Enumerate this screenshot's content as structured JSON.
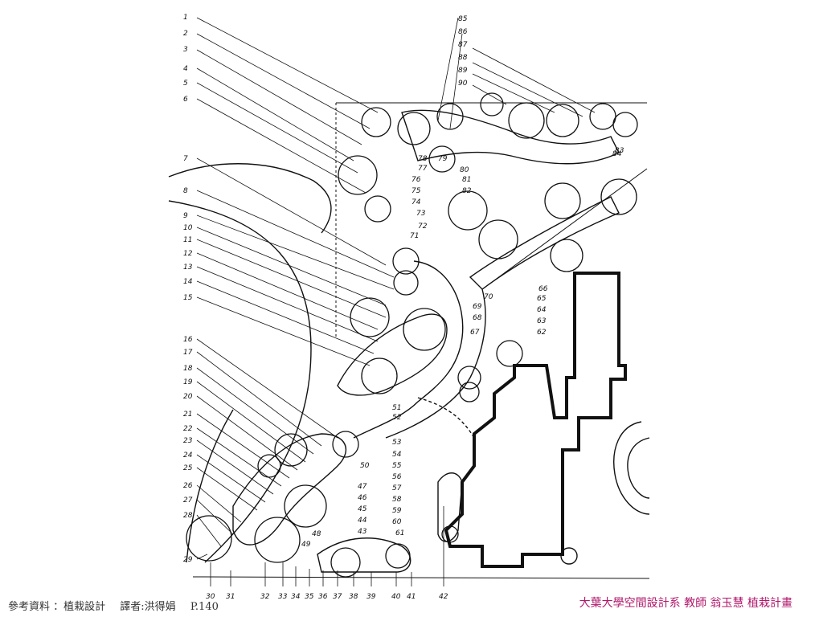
{
  "footer": {
    "reference": "參考資料 ：植栽設計",
    "translator": "譯者:洪得娟",
    "page": "P.140",
    "credit": "大葉大學空間設計系 教師 翁玉慧 植栽計畫"
  },
  "plan": {
    "left_labels": [
      "1",
      "2",
      "3",
      "4",
      "5",
      "6",
      "7",
      "8",
      "9",
      "10",
      "11",
      "12",
      "13",
      "14",
      "15",
      "16",
      "17",
      "18",
      "19",
      "20",
      "21",
      "22",
      "23",
      "24",
      "25",
      "26",
      "27",
      "28",
      "29"
    ],
    "bottom_labels": [
      "30",
      "31",
      "32",
      "33",
      "34",
      "35",
      "36",
      "37",
      "38",
      "39",
      "40",
      "41",
      "42"
    ],
    "top_right_labels": [
      "85",
      "86",
      "87",
      "88",
      "89",
      "90"
    ],
    "mid_labels": [
      "78",
      "77",
      "76",
      "75",
      "74",
      "73",
      "72",
      "71",
      "70",
      "69",
      "68",
      "67",
      "79",
      "80",
      "81",
      "82",
      "83",
      "84",
      "66",
      "65",
      "64",
      "63",
      "62"
    ],
    "lower_labels": [
      "51",
      "52",
      "53",
      "54",
      "55",
      "56",
      "57",
      "58",
      "59",
      "60",
      "61",
      "50",
      "47",
      "46",
      "45",
      "44",
      "43",
      "48",
      "49"
    ]
  }
}
